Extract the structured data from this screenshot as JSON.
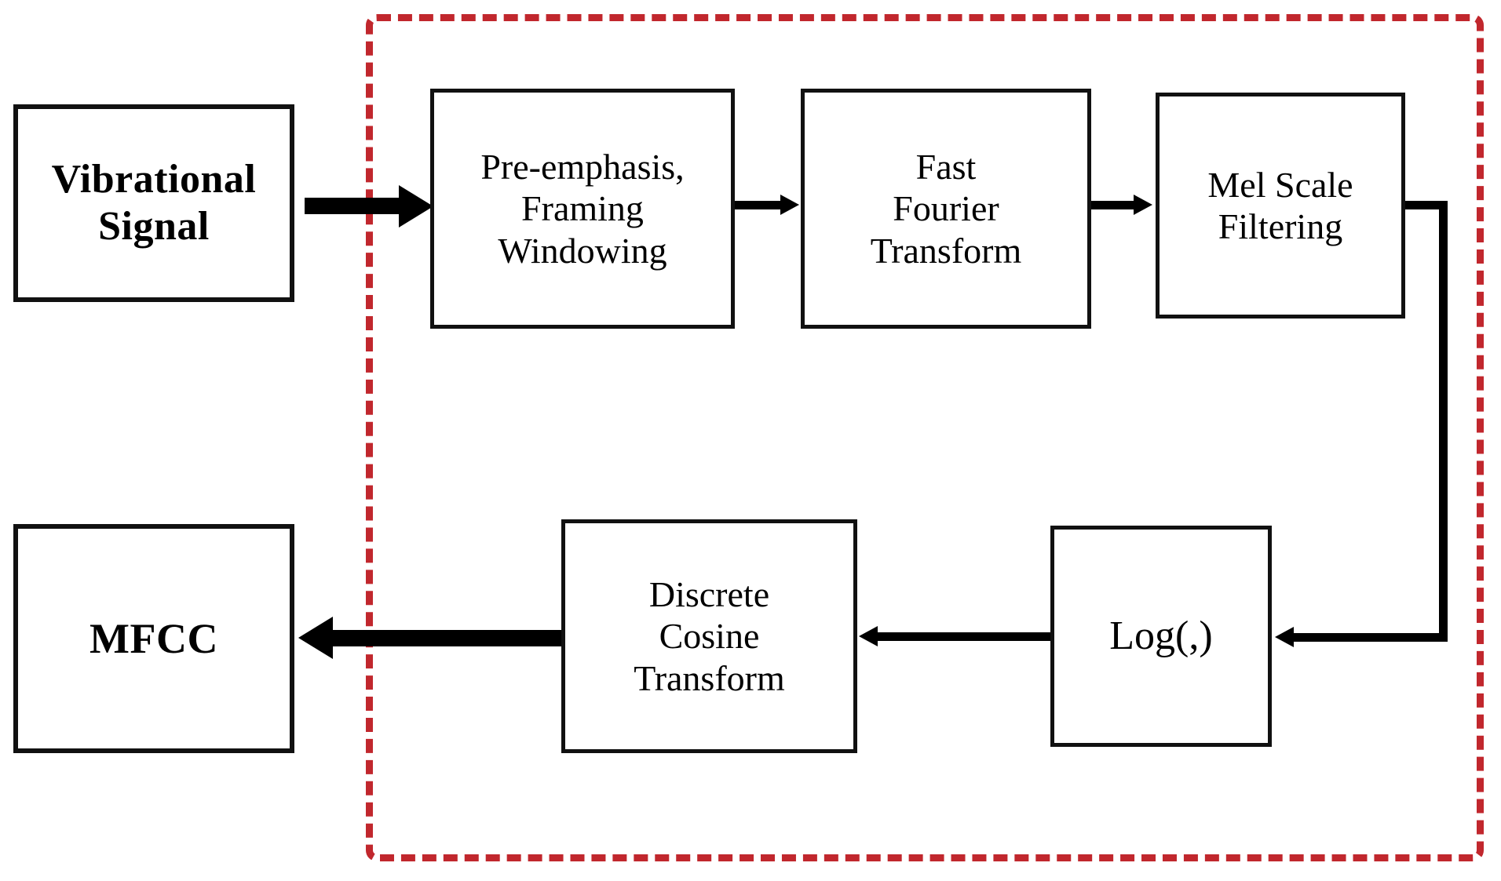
{
  "figure": {
    "type": "flowchart",
    "title_text": "",
    "background": "#ffffff",
    "line_color": "#000000",
    "group_border_color": "#C1272D"
  },
  "nodes": {
    "vibrational_signal": {
      "label": "Vibrational\nSignal",
      "style": "bold"
    },
    "pre_emphasis": {
      "label": "Pre-emphasis,\nFraming\nWindowing",
      "style": "regular"
    },
    "fft": {
      "label": "Fast\nFourier\nTransform",
      "style": "regular"
    },
    "mel_filter": {
      "label": "Mel Scale\nFiltering",
      "style": "regular"
    },
    "log": {
      "label": "Log(,)",
      "style": "regular"
    },
    "dct": {
      "label": "Discrete\nCosine\nTransform",
      "style": "regular"
    },
    "mfcc": {
      "label": "MFCC",
      "style": "bold"
    }
  },
  "edges": [
    {
      "id": "signal-to-preemphasis",
      "from": "vibrational_signal",
      "to": "pre_emphasis",
      "weight": "thick",
      "direction": "right"
    },
    {
      "id": "preemphasis-to-fft",
      "from": "pre_emphasis",
      "to": "fft",
      "weight": "thin",
      "direction": "right"
    },
    {
      "id": "fft-to-mel",
      "from": "fft",
      "to": "mel_filter",
      "weight": "thin",
      "direction": "right"
    },
    {
      "id": "mel-to-log",
      "from": "mel_filter",
      "to": "log",
      "weight": "thin",
      "direction": "left",
      "routing": "elbow"
    },
    {
      "id": "log-to-dct",
      "from": "log",
      "to": "dct",
      "weight": "thin",
      "direction": "left"
    },
    {
      "id": "dct-to-mfcc",
      "from": "dct",
      "to": "mfcc",
      "weight": "thick",
      "direction": "left"
    }
  ],
  "group_box": {
    "name": "mfcc-extraction-pipeline",
    "border_style": "dashed",
    "color": "#C1272D"
  }
}
